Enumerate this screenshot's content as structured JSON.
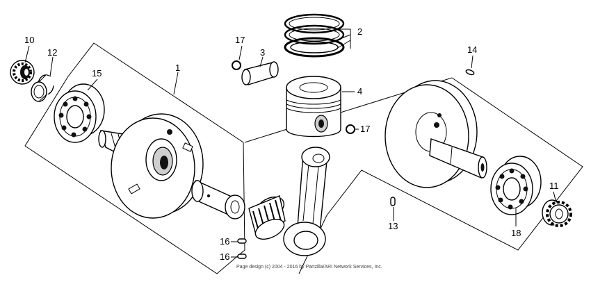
{
  "callouts": [
    "1",
    "2",
    "3",
    "4",
    "10",
    "11",
    "12",
    "13",
    "14",
    "15",
    "16",
    "16",
    "17",
    "17",
    "18"
  ],
  "copyright": "Page design (c) 2004 - 2016 by Partzilla/ARI Network Services, Inc."
}
